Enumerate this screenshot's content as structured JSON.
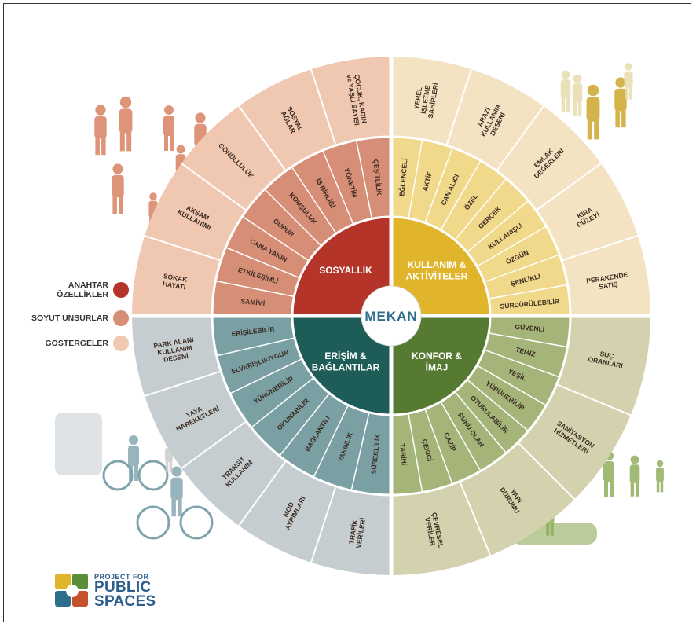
{
  "center": "MEKAN",
  "quadrants": [
    {
      "key": "tr",
      "name": [
        "KULLANIM &",
        "AKTİVİTELER"
      ],
      "colors": {
        "key": "#e0b52b",
        "tangible": "#f0d98a",
        "measure": "#f4e3c3"
      },
      "tangibles": [
        [
          "EĞLENCELİ"
        ],
        [
          "AKTİF"
        ],
        [
          "CAN ALICI"
        ],
        [
          "ÖZEL"
        ],
        [
          "GERÇEK"
        ],
        [
          "KULLANIŞLI"
        ],
        [
          "ÖZGÜN"
        ],
        [
          "ŞENLİKLİ"
        ],
        [
          "SÜRDÜRÜLEBİLİR"
        ]
      ],
      "measures": [
        [
          "YEREL",
          "İŞLETME",
          "SAHİPLERİ"
        ],
        [
          "ARAZİ",
          "KULLANIM",
          "DESENİ"
        ],
        [
          "EMLAK",
          "DEĞERLERİ"
        ],
        [
          "KİRA",
          "DÜZEYİ"
        ],
        [
          "PERAKENDE",
          "SATIŞ"
        ]
      ]
    },
    {
      "key": "br",
      "name": [
        "KONFOR &",
        "İMAJ"
      ],
      "colors": {
        "key": "#577a33",
        "tangible": "#a5b57a",
        "measure": "#d4d1ae"
      },
      "tangibles": [
        [
          "GÜVENLİ"
        ],
        [
          "TEMİZ"
        ],
        [
          "YEŞİL"
        ],
        [
          "YÜRÜNEBİLİR"
        ],
        [
          "OTURULABİLİR"
        ],
        [
          "RUHU OLAN"
        ],
        [
          "CAZİP"
        ],
        [
          "ÇEKİCİ"
        ],
        [
          "TARİHİ"
        ]
      ],
      "measures": [
        [
          "SUÇ",
          "ORANLARI"
        ],
        [
          "SANİTASYON",
          "HİZMETLERİ"
        ],
        [
          "YAPI",
          "DURUMU"
        ],
        [
          "ÇEVRESEL",
          "VERİLER"
        ]
      ]
    },
    {
      "key": "bl",
      "name": [
        "ERİŞİM &",
        "BAĞLANTILAR"
      ],
      "colors": {
        "key": "#1e5c58",
        "tangible": "#7aa0a4",
        "measure": "#c6cdd0"
      },
      "tangibles": [
        [
          "SÜREKLİLİK"
        ],
        [
          "YAKINLIK"
        ],
        [
          "BAĞLANTILI"
        ],
        [
          "OKUNABİLİR"
        ],
        [
          "YÜRÜNEBİLİR"
        ],
        [
          "ELVERİŞLİ/UYGUN"
        ],
        [
          "ERİŞİLEBİLİR"
        ]
      ],
      "measures": [
        [
          "TRAFİK",
          "VERİLERİ"
        ],
        [
          "MOD",
          "AYRIMLARI"
        ],
        [
          "TRANSİT",
          "KULLANIM"
        ],
        [
          "YAYA",
          "HAREKETLERİ"
        ],
        [
          "PARK ALANI",
          "KULLANIM",
          "DESENİ"
        ]
      ]
    },
    {
      "key": "tl",
      "name": [
        "SOSYALLİK"
      ],
      "colors": {
        "key": "#b53429",
        "tangible": "#d68e76",
        "measure": "#f0c8b2"
      },
      "tangibles": [
        [
          "SAMİMİ"
        ],
        [
          "ETKİLEŞİMLİ"
        ],
        [
          "CANA YAKIN"
        ],
        [
          "GURUR"
        ],
        [
          "KOMŞULUK"
        ],
        [
          "İŞ BİRLİĞİ"
        ],
        [
          "YÖNETİM"
        ],
        [
          "ÇEŞİTLİLİK"
        ]
      ],
      "measures": [
        [
          "SOKAK",
          "HAYATI"
        ],
        [
          "AKŞAM",
          "KULLANIMI"
        ],
        [
          "GÖNÜLLÜLÜK"
        ],
        [
          "SOSYAL",
          "AĞLAR"
        ],
        [
          "ÇOCUK, KADIN",
          "ve YAŞLI SAYISI"
        ]
      ]
    }
  ],
  "legend": [
    {
      "label": "ANAHTAR ÖZELLİKLER",
      "color": "#b53429"
    },
    {
      "label": "SOYUT UNSURLAR",
      "color": "#d68e76"
    },
    {
      "label": "GÖSTERGELER",
      "color": "#f0c8b2"
    }
  ],
  "logo": {
    "line1": "PROJECT FOR",
    "line2": "PUBLIC",
    "line3": "SPACES",
    "colors": [
      "#e0b52b",
      "#5a8f3a",
      "#2e6d8c",
      "#c4502c"
    ]
  },
  "silhouettes": [
    {
      "name": "social-people-silhouettes",
      "color": "#d67a58"
    },
    {
      "name": "dancing-people-silhouettes",
      "color": "#c9a11d"
    },
    {
      "name": "bus-and-cyclists-silhouettes",
      "color": "#7fa3ad"
    },
    {
      "name": "green-recreation-silhouettes",
      "color": "#8aaa55"
    }
  ]
}
